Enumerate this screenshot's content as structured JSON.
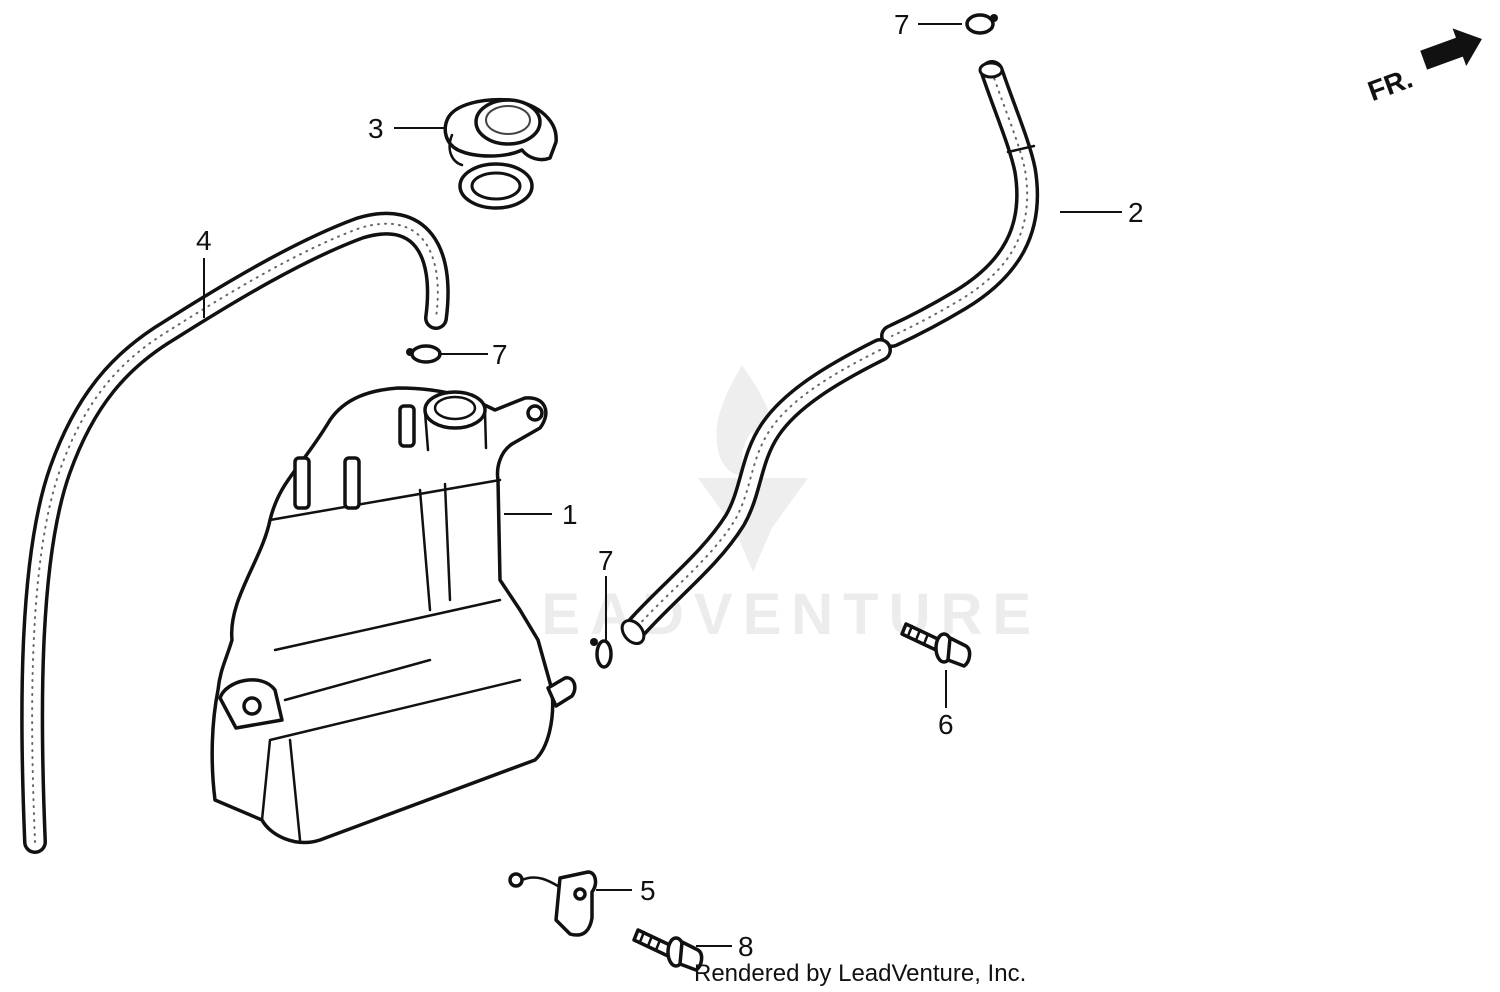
{
  "watermark": {
    "text": "LEADVENTURE"
  },
  "direction_label": "FR.",
  "credit": "Rendered by LeadVenture, Inc.",
  "parts": [
    {
      "callout": "1",
      "icon": "reserve-tank-icon"
    },
    {
      "callout": "2",
      "icon": "overflow-hose-icon"
    },
    {
      "callout": "3",
      "icon": "tank-cap-icon"
    },
    {
      "callout": "4",
      "icon": "siphon-hose-icon"
    },
    {
      "callout": "5",
      "icon": "stay-bracket-icon"
    },
    {
      "callout": "6",
      "icon": "flange-bolt-icon"
    },
    {
      "callout": "7",
      "icon": "hose-clip-icon"
    },
    {
      "callout": "8",
      "icon": "flange-bolt-icon"
    }
  ],
  "clip_callouts": [
    "7",
    "7",
    "7"
  ]
}
